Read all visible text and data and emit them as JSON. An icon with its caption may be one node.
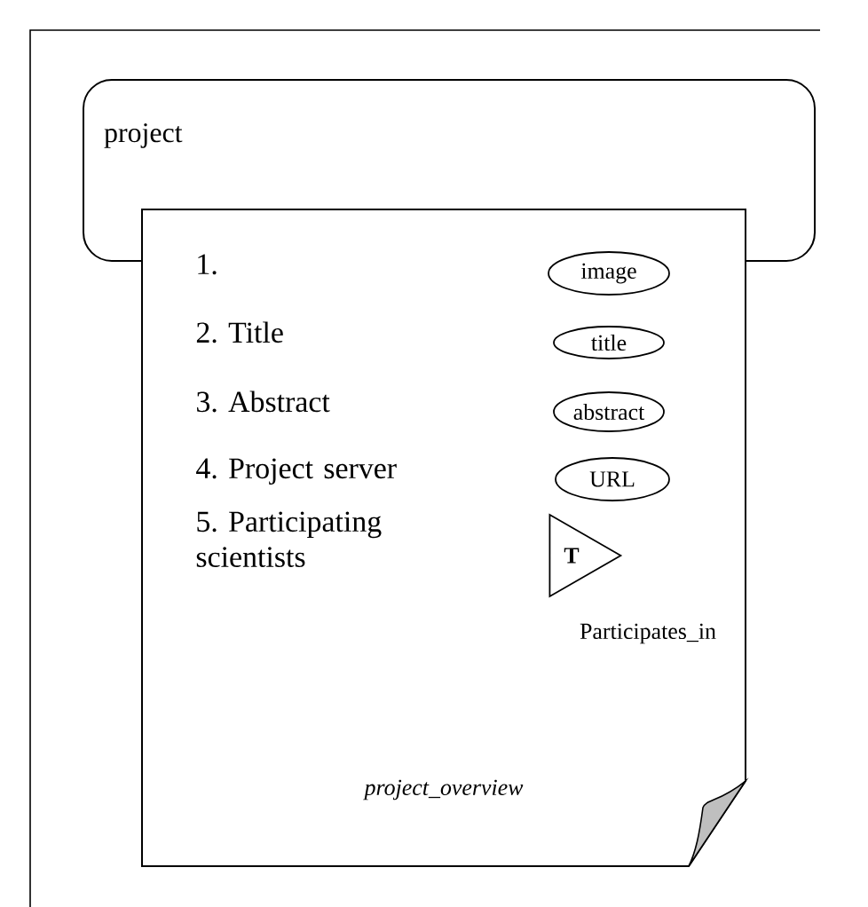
{
  "diagram": {
    "nodes": [
      {
        "text": [
          "project"
        ]
      },
      {
        "text": [
          "project_overview"
        ]
      },
      {
        "text": [
          "image"
        ],
        "in": 1
      },
      {
        "text": [
          "title"
        ],
        "in": 1
      },
      {
        "text": [
          "abstract"
        ],
        "in": 1
      },
      {
        "text": [
          "URL"
        ],
        "in": 1
      },
      {
        "text": [
          "T"
        ],
        "in": 1,
        "beside": [
          "Participates_in"
        ]
      }
    ],
    "labels": [
      "1.",
      "2. Title",
      "3. Abstract",
      "4. Project server",
      "5. Participating scientists"
    ]
  }
}
